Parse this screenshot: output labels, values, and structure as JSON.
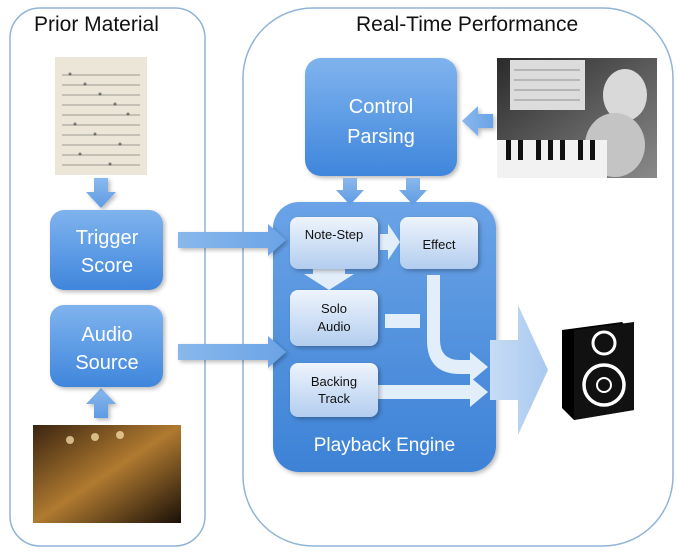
{
  "panels": {
    "prior_material": "Prior Material",
    "real_time_performance": "Real-Time Performance"
  },
  "blocks": {
    "trigger_score": "Trigger Score",
    "audio_source": "Audio Source",
    "control_parsing": "Control Parsing",
    "note_step": "Note-Step",
    "effect": "Effect",
    "solo_audio": "Solo Audio",
    "backing_track": "Backing Track",
    "playback_engine": "Playback Engine"
  },
  "images": {
    "sheet_music": "sheet-music-photo",
    "child_piano": "child-at-piano-photo",
    "synth_keyboard": "synthesizer-keyboard-photo",
    "speaker": "speaker-icon"
  },
  "colors": {
    "block_blue": "#4f92df",
    "block_light": "#b9d3f3",
    "arrow_blue": "#7fb0e8",
    "panel_border": "#8fb4d8"
  }
}
